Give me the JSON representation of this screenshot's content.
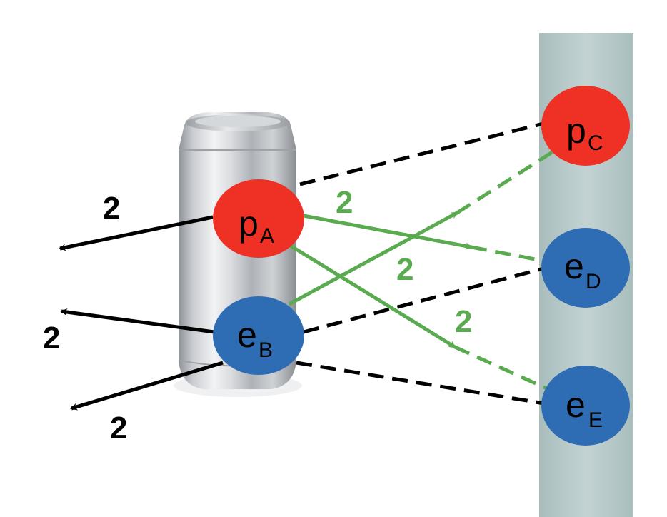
{
  "colors": {
    "proton": "#ee3124",
    "electron": "#2e6db4",
    "black_line": "#000000",
    "green_line": "#5aaa4f",
    "rod": "#b7c9c9"
  },
  "objects": {
    "can": "aluminum-can",
    "rod": "grey-rod"
  },
  "particles": {
    "pA": {
      "main": "p",
      "sub": "A"
    },
    "eB": {
      "main": "e",
      "sub": "B"
    },
    "pC": {
      "main": "p",
      "sub": "C"
    },
    "eD": {
      "main": "e",
      "sub": "D"
    },
    "eE": {
      "main": "e",
      "sub": "E"
    }
  },
  "force_labels": {
    "black_top": "2",
    "black_mid": "2",
    "black_bottom": "2",
    "green_1": "2",
    "green_2": "2",
    "green_3": "2"
  }
}
